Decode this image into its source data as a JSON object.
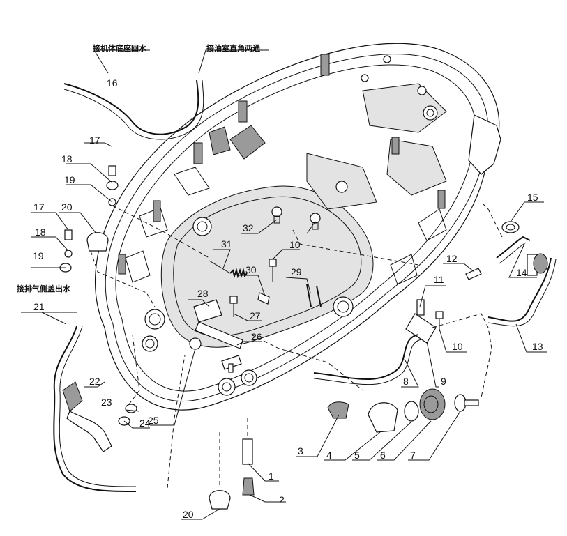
{
  "diagram": {
    "annotations": {
      "return_water_label": "接机体底座回水",
      "oil_chamber_label": "接油室直角两通",
      "exhaust_outlet_label": "接排气侧盖出水"
    },
    "callouts": [
      {
        "id": "c1",
        "label": "1"
      },
      {
        "id": "c2",
        "label": "2"
      },
      {
        "id": "c3",
        "label": "3"
      },
      {
        "id": "c4",
        "label": "4"
      },
      {
        "id": "c5",
        "label": "5"
      },
      {
        "id": "c6",
        "label": "6"
      },
      {
        "id": "c7",
        "label": "7"
      },
      {
        "id": "c8",
        "label": "8"
      },
      {
        "id": "c9",
        "label": "9"
      },
      {
        "id": "c10a",
        "label": "10"
      },
      {
        "id": "c10b",
        "label": "10"
      },
      {
        "id": "c11",
        "label": "11"
      },
      {
        "id": "c12",
        "label": "12"
      },
      {
        "id": "c13",
        "label": "13"
      },
      {
        "id": "c14",
        "label": "14"
      },
      {
        "id": "c15",
        "label": "15"
      },
      {
        "id": "c16",
        "label": "16"
      },
      {
        "id": "c17a",
        "label": "17"
      },
      {
        "id": "c17b",
        "label": "17"
      },
      {
        "id": "c18a",
        "label": "18"
      },
      {
        "id": "c18b",
        "label": "18"
      },
      {
        "id": "c19a",
        "label": "19"
      },
      {
        "id": "c19b",
        "label": "19"
      },
      {
        "id": "c20a",
        "label": "20"
      },
      {
        "id": "c20b",
        "label": "20"
      },
      {
        "id": "c21",
        "label": "21"
      },
      {
        "id": "c22",
        "label": "22"
      },
      {
        "id": "c23",
        "label": "23"
      },
      {
        "id": "c24",
        "label": "24"
      },
      {
        "id": "c25",
        "label": "25"
      },
      {
        "id": "c26",
        "label": "26"
      },
      {
        "id": "c27",
        "label": "27"
      },
      {
        "id": "c28",
        "label": "28"
      },
      {
        "id": "c29",
        "label": "29"
      },
      {
        "id": "c30",
        "label": "30"
      },
      {
        "id": "c31",
        "label": "31"
      },
      {
        "id": "c32",
        "label": "32"
      }
    ]
  }
}
